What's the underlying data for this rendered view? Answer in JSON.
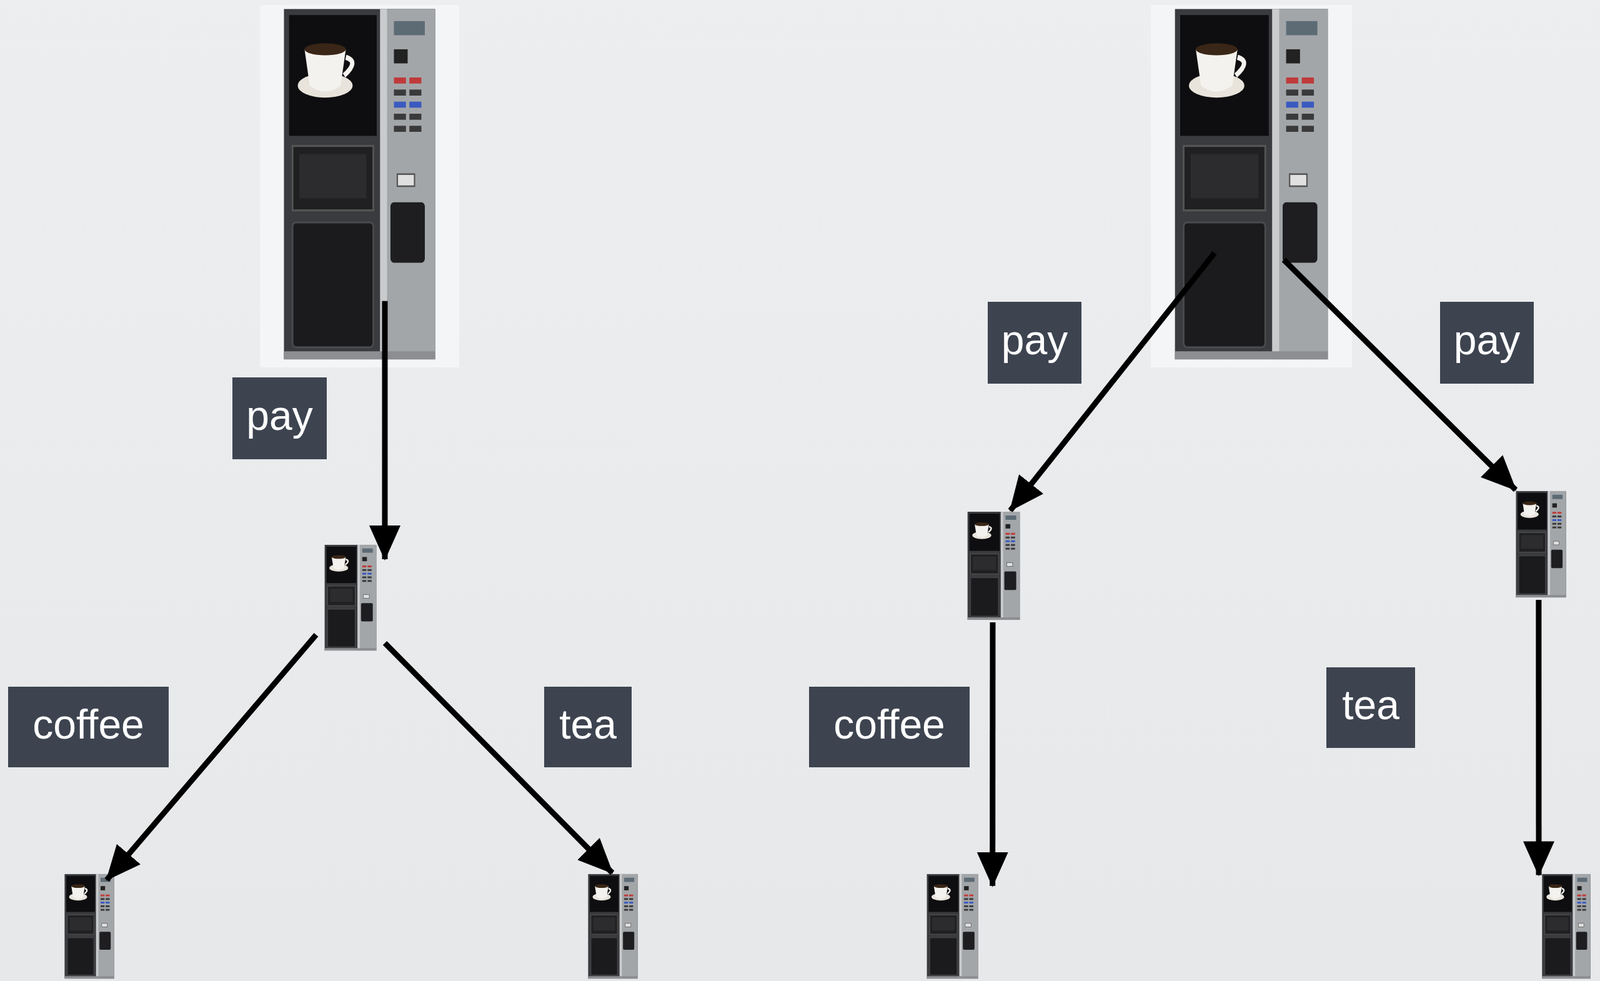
{
  "diagram": {
    "nodes": [
      {
        "text": []
      },
      {
        "text": []
      },
      {
        "text": []
      },
      {
        "text": []
      },
      {
        "text": []
      },
      {
        "text": []
      },
      {
        "text": []
      },
      {
        "text": []
      },
      {
        "text": []
      }
    ],
    "edges": [
      {
        "from": 0,
        "to": 1,
        "arrow": "to",
        "label": "pay"
      },
      {
        "from": 1,
        "to": 2,
        "arrow": "to",
        "label": "coffee"
      },
      {
        "from": 1,
        "to": 3,
        "arrow": "to",
        "label": "tea"
      },
      {
        "from": 4,
        "to": 5,
        "arrow": "to",
        "label": "pay"
      },
      {
        "from": 4,
        "to": 6,
        "arrow": "to",
        "label": "pay"
      },
      {
        "from": 5,
        "to": 7,
        "arrow": "to",
        "label": "coffee"
      },
      {
        "from": 6,
        "to": 8,
        "arrow": "to",
        "label": "tea"
      }
    ]
  }
}
